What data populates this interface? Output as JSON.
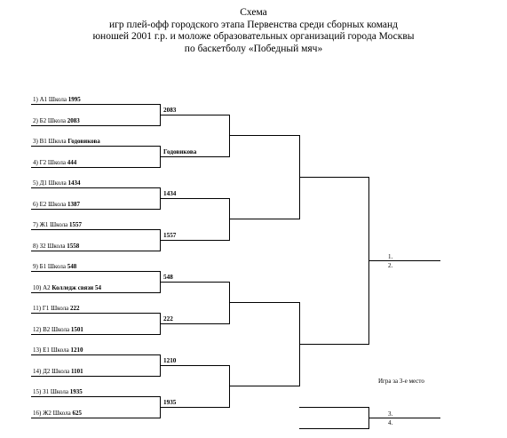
{
  "title_lines": [
    "Схема",
    "игр плей-офф городского этапа Первенства среди сборных команд",
    "юношей 2001 г.р.  и моложе образовательных организаций города Москвы",
    "по баскетболу «Победный мяч»"
  ],
  "teams": [
    {
      "prefix": "1) А1 Школа ",
      "name": "1995"
    },
    {
      "prefix": "2) Б2 Школа ",
      "name": "2083"
    },
    {
      "prefix": "3) В1 Школа ",
      "name": "Годовикова"
    },
    {
      "prefix": "4) Г2 Школа ",
      "name": "444"
    },
    {
      "prefix": "5) Д1 Школа ",
      "name": "1434"
    },
    {
      "prefix": "6) Е2 Школа ",
      "name": "1387"
    },
    {
      "prefix": "7) Ж1 Школа ",
      "name": "1557"
    },
    {
      "prefix": "8) З2 Школа ",
      "name": "1558"
    },
    {
      "prefix": "9) Б1 Школа ",
      "name": "548"
    },
    {
      "prefix": "10) А2 ",
      "name": "Колледж связи 54"
    },
    {
      "prefix": "11) Г1 Школа ",
      "name": "222"
    },
    {
      "prefix": "12) В2 Школа ",
      "name": "1501"
    },
    {
      "prefix": "13) Е1 Школа ",
      "name": "1210"
    },
    {
      "prefix": "14) Д2 Школа ",
      "name": "1101"
    },
    {
      "prefix": "15) З1 Школа ",
      "name": "1935"
    },
    {
      "prefix": "16) Ж2 Школа ",
      "name": "625"
    }
  ],
  "round2_winners": [
    "2083",
    "Годовикова",
    "1434",
    "1557",
    "548",
    "222",
    "1210",
    "1935"
  ],
  "final_places": [
    "1.",
    "2."
  ],
  "third_place_title": "Игра за 3-е место",
  "third_places": [
    "3.",
    "4."
  ]
}
